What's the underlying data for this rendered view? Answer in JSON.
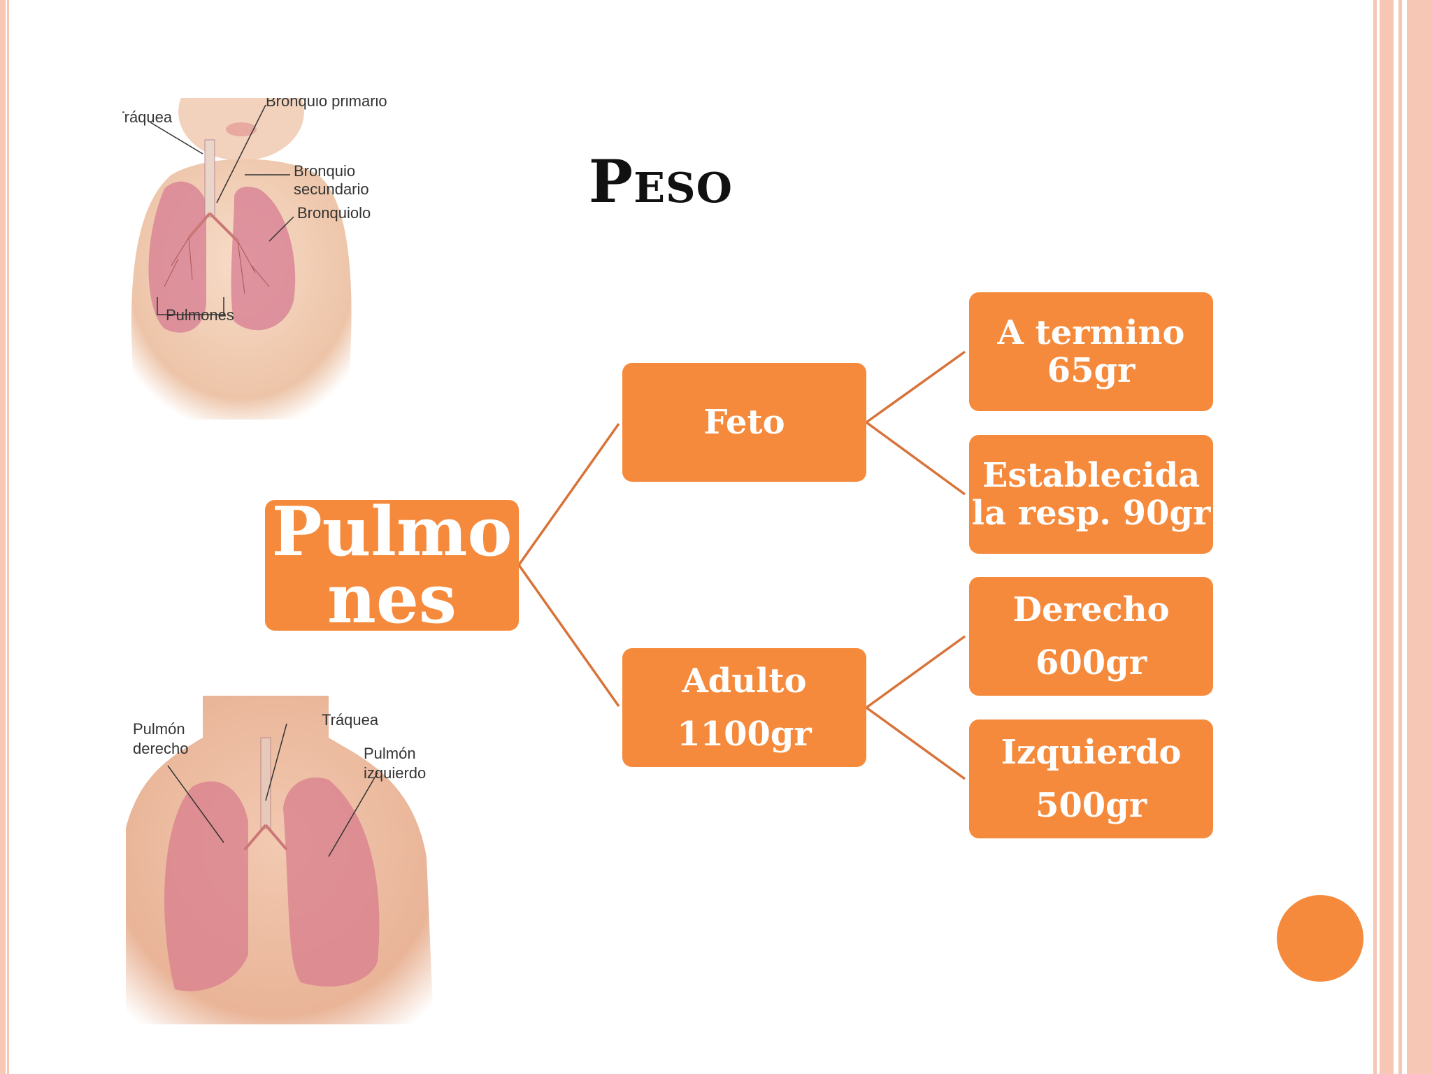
{
  "slide": {
    "title": "Peso"
  },
  "diagram": {
    "root": {
      "line1": "Pulmo",
      "line2": "nes"
    },
    "branches": [
      {
        "label": "Feto",
        "children": [
          {
            "line1": "A termino",
            "line2": "65gr"
          },
          {
            "line1": "Establecida",
            "line2": "la resp. 90gr"
          }
        ]
      },
      {
        "line1": "Adulto",
        "line2": "1100gr",
        "children": [
          {
            "line1": "Derecho",
            "line2": "600gr"
          },
          {
            "line1": "Izquierdo",
            "line2": "500gr"
          }
        ]
      }
    ]
  },
  "illustrations": {
    "baby": {
      "labels": {
        "traquea": "Tráquea",
        "bronquio_primario": "Bronquio primario",
        "bronquio_secundario_1": "Bronquio",
        "bronquio_secundario_2": "secundario",
        "bronquiolo": "Bronquiolo",
        "pulmones": "Pulmones"
      }
    },
    "adult": {
      "labels": {
        "pulmon_derecho_1": "Pulmón",
        "pulmon_derecho_2": "derecho",
        "traquea": "Tráquea",
        "pulmon_izquierdo_1": "Pulmón",
        "pulmon_izquierdo_2": "izquierdo"
      }
    }
  },
  "colors": {
    "accent": "#f58a3c",
    "border": "#f6c7b4",
    "connector": "#d8733a"
  }
}
